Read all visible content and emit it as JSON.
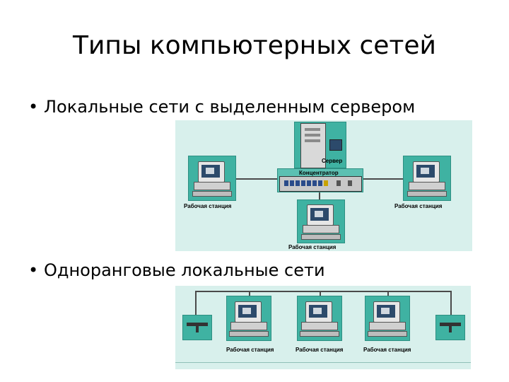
{
  "slide": {
    "title": "Типы компьютерных сетей",
    "bullets": [
      "Локальные сети с выделенным сервером",
      "Одноранговые локальные сети"
    ]
  },
  "diagram_server": {
    "server_label": "Сервер",
    "hub_label": "Концентратор",
    "workstation_label": "Рабочая станция"
  },
  "diagram_peer": {
    "workstation_label": "Рабочая станция"
  },
  "colors": {
    "background": "#d8f0ec",
    "tile": "#3fb2a2",
    "wire": "#4a4a4a"
  }
}
